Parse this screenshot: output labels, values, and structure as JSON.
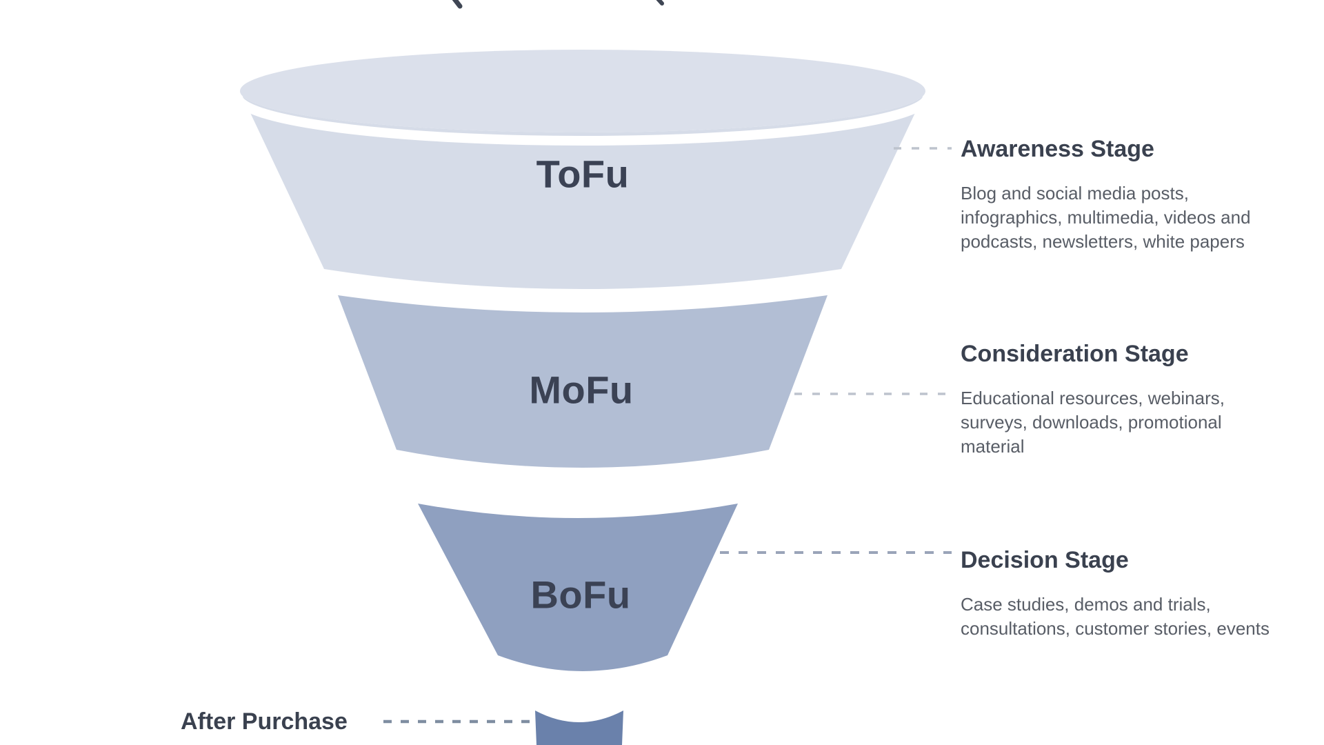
{
  "diagram": {
    "type": "marketing-funnel",
    "background": "#ffffff",
    "stages": [
      {
        "id": "tofu",
        "label": "ToFu",
        "opening_fill": "#dbe0eb",
        "body_fill": "#d6dce8"
      },
      {
        "id": "mofu",
        "label": "MoFu",
        "body_fill": "#b2bed4"
      },
      {
        "id": "bofu",
        "label": "BoFu",
        "body_fill": "#8fa0c0"
      },
      {
        "id": "after-purchase-stem",
        "body_fill": "#6a81ab"
      }
    ]
  },
  "annotations": {
    "awareness": {
      "heading": "Awareness Stage",
      "description": "Blog and social media posts,\ninfographics, multimedia, videos and\npodcasts, newsletters, white papers"
    },
    "consideration": {
      "heading": "Consideration Stage",
      "description": "Educational resources, webinars,\nsurveys, downloads, promotional\nmaterial"
    },
    "decision": {
      "heading": "Decision Stage",
      "description": "Case studies, demos and trials,\nconsultations, customer stories, events"
    },
    "after_purchase": {
      "heading": "After Purchase"
    }
  },
  "colors": {
    "stage_label_text": "#3b4254",
    "heading_text": "#3a414f",
    "body_text": "#585d66",
    "rim_highlight": "#ffffff",
    "connector_dash_light": "#bdc3cd",
    "connector_dash_medium": "#9aa4b9",
    "connector_dash_dark": "#7f8da1",
    "cropped_title_ink": "#3f4654"
  }
}
